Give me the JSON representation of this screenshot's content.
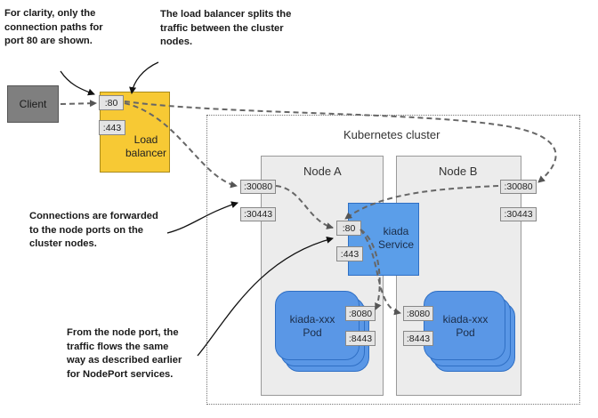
{
  "notes": {
    "clarity": [
      "For clarity, only the",
      "connection paths for",
      "port 80 are shown."
    ],
    "load_balancer": [
      "The load balancer splits the",
      "traffic between the cluster",
      "nodes."
    ],
    "forwarded": [
      "Connections are forwarded",
      "to the node ports on the",
      "cluster nodes."
    ],
    "node_port": [
      "From the node port, the",
      "traffic flows the same",
      "way as described earlier",
      "for NodePort services."
    ]
  },
  "client": {
    "label": "Client"
  },
  "load_balancer": {
    "label_line1": "Load",
    "label_line2": "balancer",
    "port_80": ":80",
    "port_443": ":443"
  },
  "cluster": {
    "label": "Kubernetes cluster"
  },
  "node_a": {
    "label": "Node A",
    "port_30080": ":30080",
    "port_30443": ":30443"
  },
  "node_b": {
    "label": "Node B",
    "port_30080": ":30080",
    "port_30443": ":30443"
  },
  "service": {
    "line1": "kiada",
    "line2": "Service",
    "port_80": ":80",
    "port_443": ":443"
  },
  "pod_a": {
    "line1": "kiada-xxx",
    "line2": "Pod",
    "port_8080": ":8080",
    "port_8443": ":8443"
  },
  "pod_b": {
    "line1": "kiada-xxx",
    "line2": "Pod",
    "port_8080": ":8080",
    "port_8443": ":8443"
  },
  "colors": {
    "client_fill": "#7f7f7f",
    "load_balancer_fill": "#f7c934",
    "node_fill": "#ececec",
    "service_fill": "#5b9ee9",
    "pod_fill": "#5a97e6",
    "port_fill": "#e4e4e4",
    "flow_line": "#666666"
  }
}
